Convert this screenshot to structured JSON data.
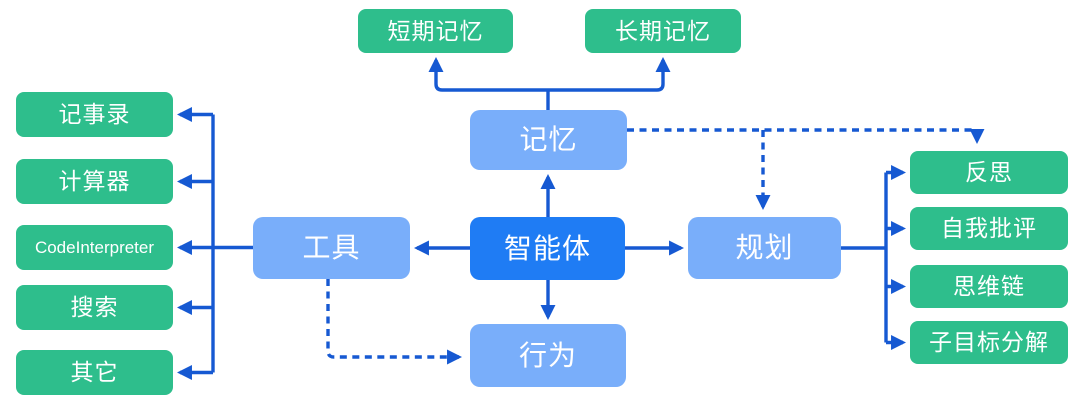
{
  "diagram": {
    "title": "agent-architecture-diagram",
    "colors": {
      "green": "#2ebe8c",
      "light_blue": "#79aefa",
      "bright_blue": "#1f7cf4",
      "line_blue": "#1659d2",
      "text": "#ffffff",
      "background": "#ffffff"
    },
    "nodes": {
      "agent": "智能体",
      "memory": "记忆",
      "tools": "工具",
      "planning": "规划",
      "action": "行为",
      "short_term_memory": "短期记忆",
      "long_term_memory": "长期记忆",
      "tool_items": [
        "记事录",
        "计算器",
        "CodeInterpreter",
        "搜索",
        "其它"
      ],
      "planning_items": [
        "反思",
        "自我批评",
        "思维链",
        "子目标分解"
      ]
    },
    "edges": [
      {
        "from": "agent",
        "to": "memory",
        "style": "solid"
      },
      {
        "from": "agent",
        "to": "tools",
        "style": "solid"
      },
      {
        "from": "agent",
        "to": "planning",
        "style": "solid"
      },
      {
        "from": "agent",
        "to": "action",
        "style": "solid"
      },
      {
        "from": "memory",
        "to": "short_term_memory",
        "style": "solid"
      },
      {
        "from": "memory",
        "to": "long_term_memory",
        "style": "solid"
      },
      {
        "from": "memory",
        "to": "planning",
        "style": "dashed"
      },
      {
        "from": "memory",
        "to": "反思",
        "style": "dashed"
      },
      {
        "from": "tools",
        "to": "action",
        "style": "dashed"
      },
      {
        "from": "tools",
        "to": "记事录",
        "style": "solid"
      },
      {
        "from": "tools",
        "to": "计算器",
        "style": "solid"
      },
      {
        "from": "tools",
        "to": "CodeInterpreter",
        "style": "solid"
      },
      {
        "from": "tools",
        "to": "搜索",
        "style": "solid"
      },
      {
        "from": "tools",
        "to": "其它",
        "style": "solid"
      },
      {
        "from": "planning",
        "to": "反思",
        "style": "solid"
      },
      {
        "from": "planning",
        "to": "自我批评",
        "style": "solid"
      },
      {
        "from": "planning",
        "to": "思维链",
        "style": "solid"
      },
      {
        "from": "planning",
        "to": "子目标分解",
        "style": "solid"
      }
    ]
  }
}
